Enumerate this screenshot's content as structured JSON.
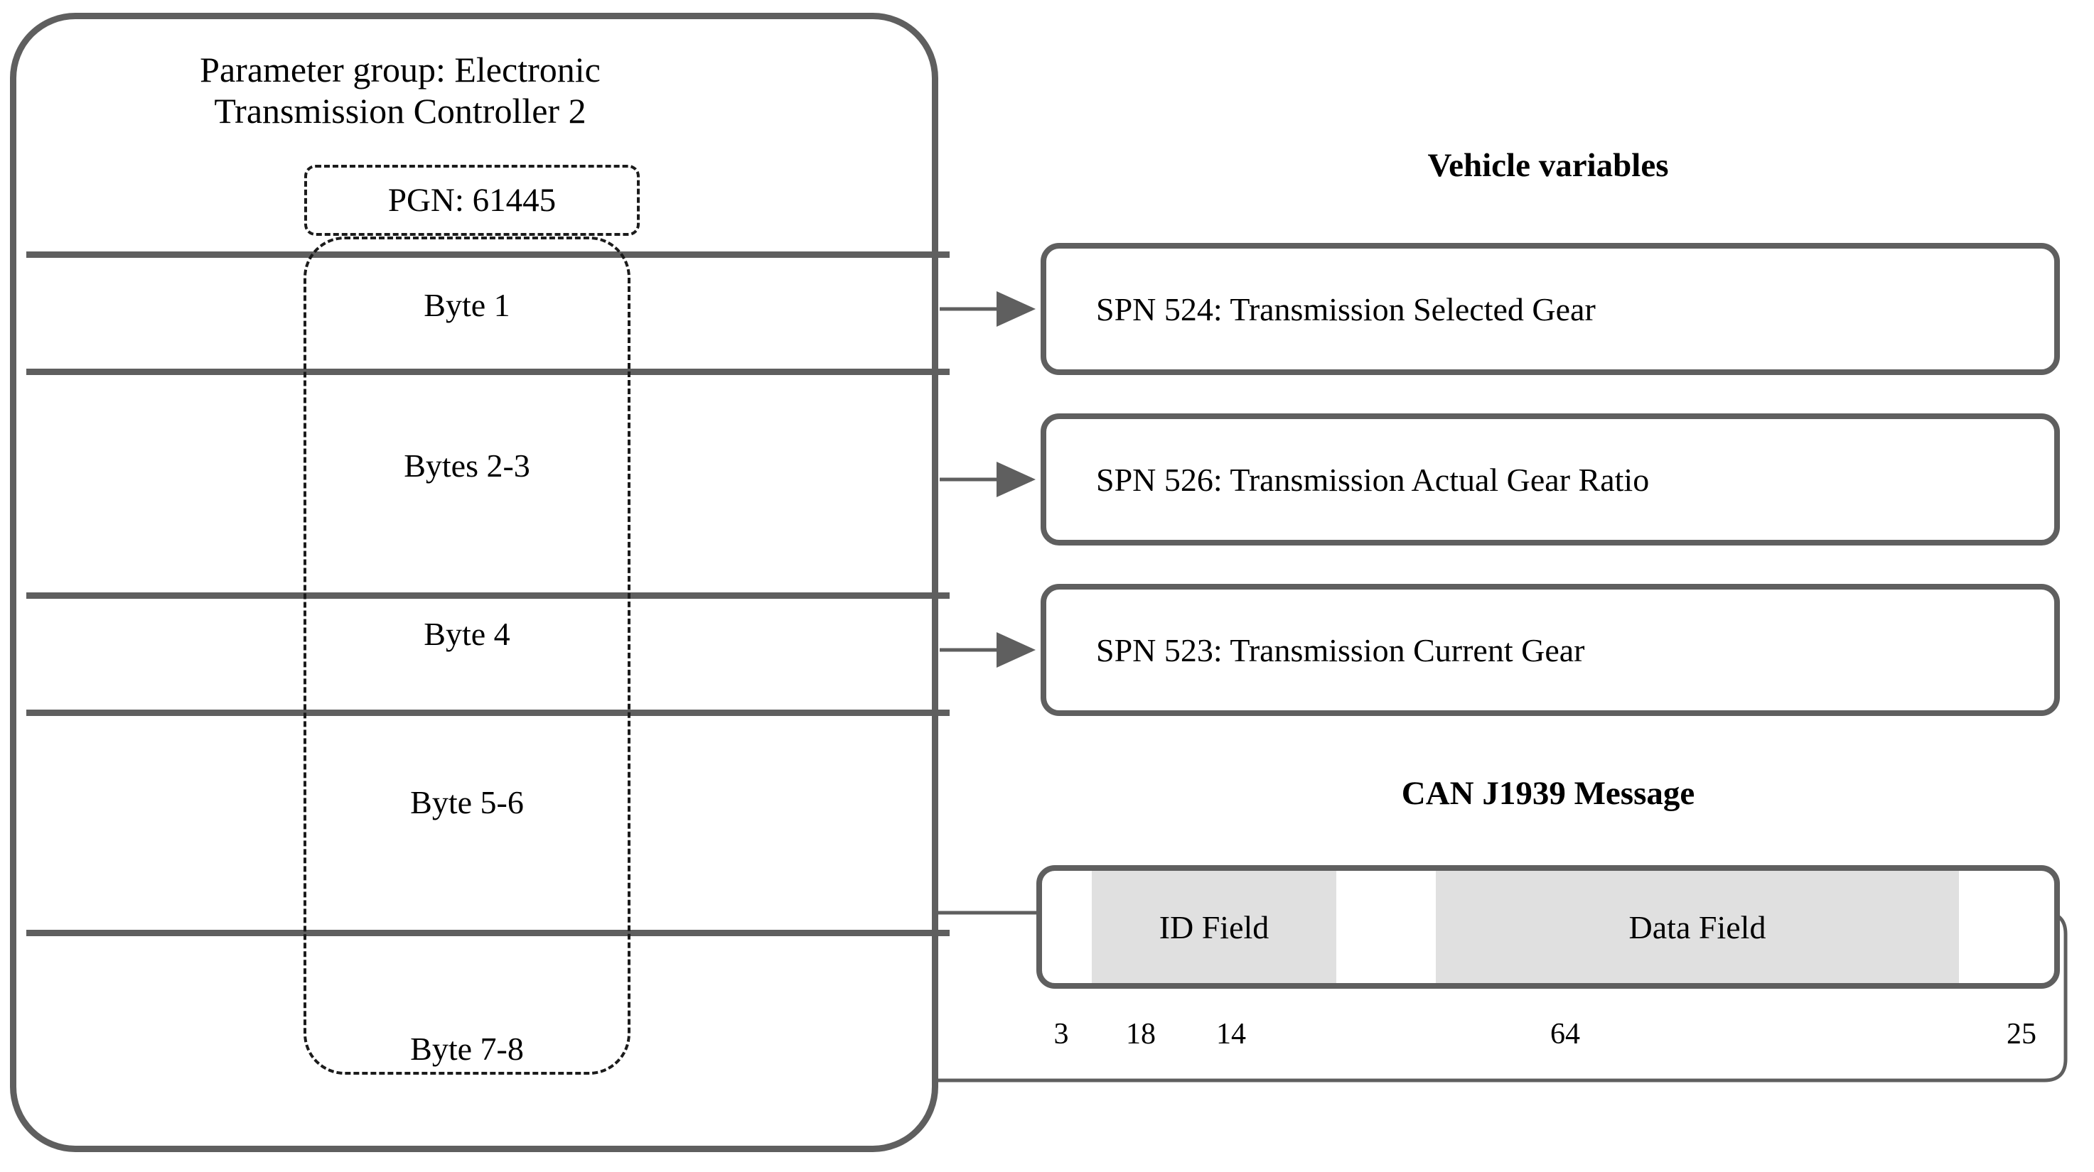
{
  "parameter_group": {
    "title": "Parameter group: Electronic Transmission Controller 2",
    "pgn_label": "PGN: 61445",
    "rows": [
      {
        "label": "Byte 1"
      },
      {
        "label": "Bytes 2-3"
      },
      {
        "label": "Byte 4"
      },
      {
        "label": "Byte 5-6"
      },
      {
        "label": "Byte 7-8"
      }
    ]
  },
  "vehicle_variables": {
    "heading": "Vehicle variables",
    "items": [
      {
        "label": "SPN 524: Transmission Selected Gear"
      },
      {
        "label": "SPN 526: Transmission Actual Gear Ratio"
      },
      {
        "label": "SPN 523: Transmission Current Gear"
      }
    ]
  },
  "can_message": {
    "heading": "CAN J1939 Message",
    "segments": [
      {
        "label": "",
        "bits": "3",
        "filled": false
      },
      {
        "label": "ID Field",
        "bits": "18",
        "filled": true
      },
      {
        "label": "",
        "bits": "14",
        "filled": false
      },
      {
        "label": "Data Field",
        "bits": "64",
        "filled": true
      },
      {
        "label": "",
        "bits": "25",
        "filled": false
      }
    ]
  },
  "colors": {
    "outline": "#5f5f5f",
    "dashed_outline": "#1b1b1b",
    "segment_fill": "#e0e0e0",
    "connector": "#5f5f5f",
    "background": "#ffffff"
  }
}
